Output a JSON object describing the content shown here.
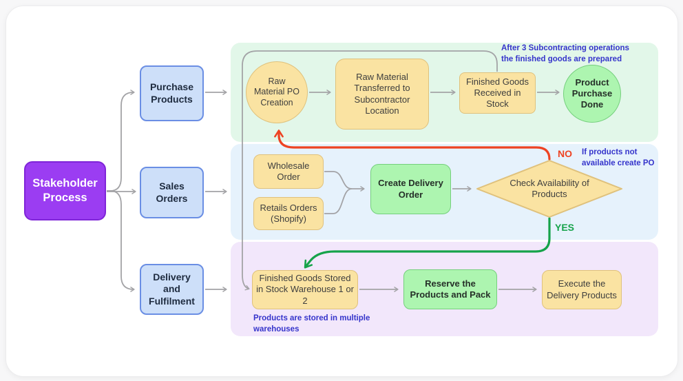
{
  "root": {
    "label": "Stakeholder Process"
  },
  "branches": {
    "purchase": {
      "label": "Purchase Products"
    },
    "sales": {
      "label": "Sales Orders"
    },
    "delivery": {
      "label": "Delivery and Fulfilment"
    }
  },
  "purchase_lane": {
    "po_creation": "Raw Material PO Creation",
    "transfer": "Raw Material Transferred to Subcontractor Location",
    "received": "Finished Goods Received in Stock",
    "done": "Product Purchase Done",
    "annotation": [
      "After 3 Subcontracting operations",
      "the finished goods are prepared"
    ]
  },
  "sales_lane": {
    "wholesale": "Wholesale Order",
    "retails": "Retails Orders (Shopify)",
    "create_delivery": "Create Delivery Order",
    "check": "Check Availability of Products",
    "no_label": "NO",
    "yes_label": "YES",
    "no_annotation": [
      "If products not",
      "available create PO"
    ]
  },
  "delivery_lane": {
    "stored": "Finished Goods Stored in Stock Warehouse 1 or 2",
    "reserve": "Reserve the Products and Pack",
    "execute": "Execute the Delivery Products",
    "annotation": [
      "Products are stored in multiple",
      "warehouses"
    ]
  },
  "colors": {
    "purple_fill": "#9B3DF2",
    "purple_border": "#7F24D8",
    "blue_fill": "#CDDFF9",
    "blue_border": "#6A8EE4",
    "yellow_fill": "#FAE3A2",
    "yellow_border": "#DFC17C",
    "green_fill": "#ADF5B0",
    "green_border": "#74CF7C",
    "lane_green": "#E2F7E9",
    "lane_blue": "#E6F2FC",
    "lane_purple": "#F2E7FB",
    "gray_line": "#A3A3A6",
    "annotation_blue": "#3534CB",
    "no_red": "#EE4323",
    "yes_green": "#16A34A",
    "ink": "#3E3E3E"
  }
}
